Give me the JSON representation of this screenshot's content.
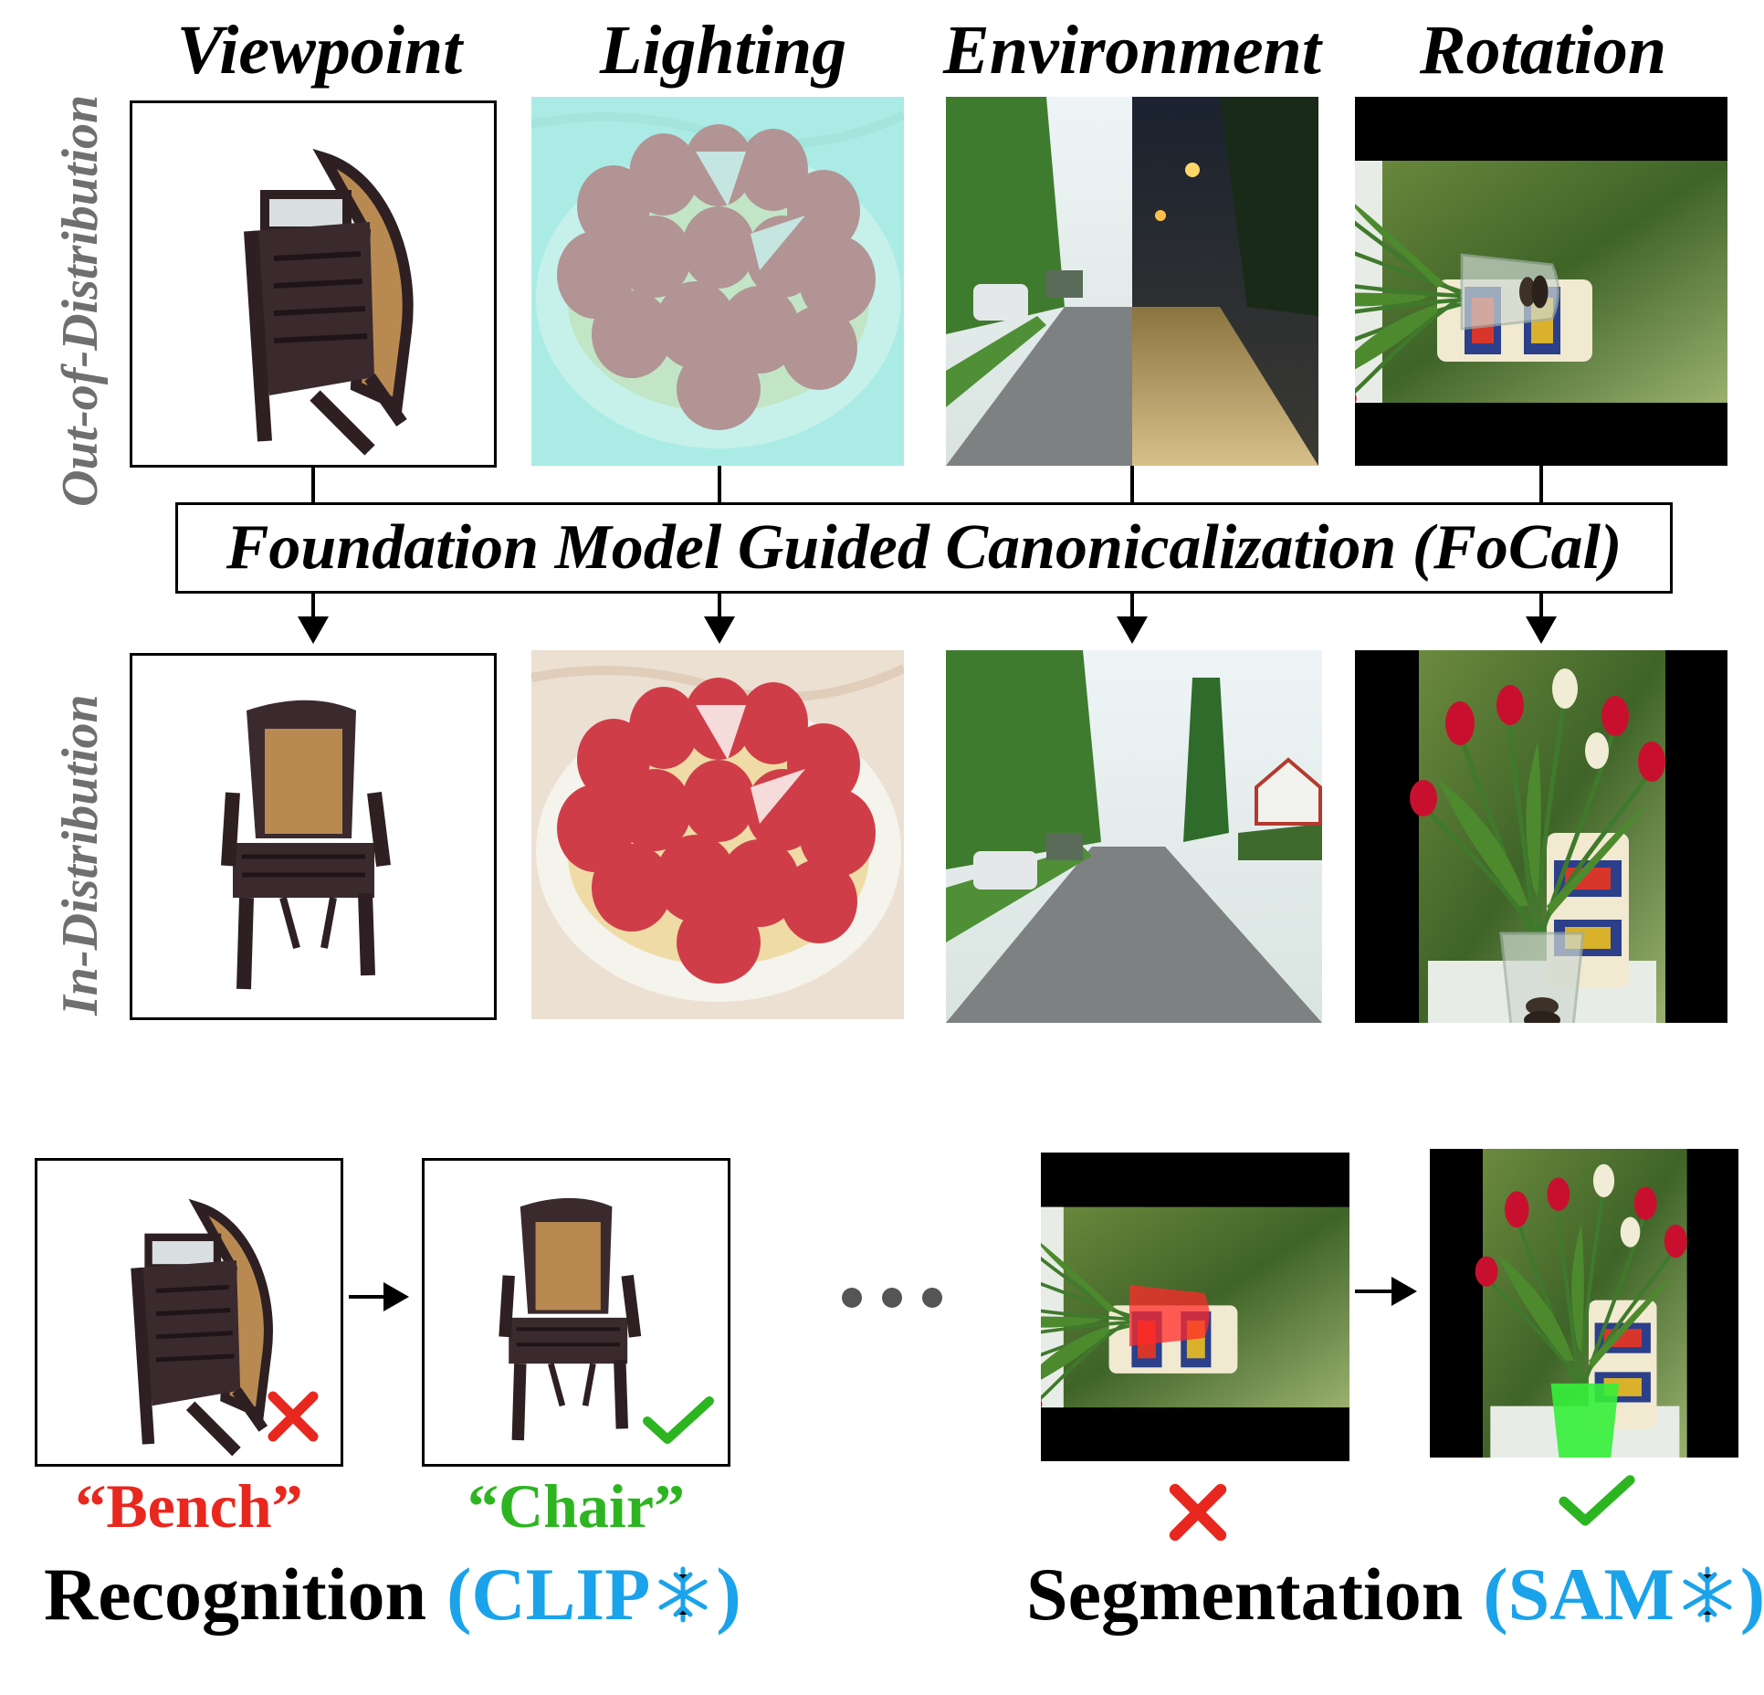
{
  "columns": [
    "Viewpoint",
    "Lighting",
    "Environment",
    "Rotation"
  ],
  "row_labels": {
    "top": "Out-of-Distribution",
    "bottom": "In-Distribution"
  },
  "method_box": "Foundation Model Guided Canonicalization (FoCal)",
  "bottom": {
    "recognition": {
      "wrong_label": "“Bench”",
      "right_label": "“Chair”",
      "task": "Recognition",
      "model_open": "(CLIP",
      "model_close": ")"
    },
    "segmentation": {
      "task": "Segmentation",
      "model_open": "(SAM",
      "model_close": ")"
    }
  },
  "colors": {
    "wrong": "#e8281e",
    "right": "#2db521",
    "model": "#1aa3ea",
    "row_label": "#6f6f6f",
    "mask": "#35f03a"
  },
  "icons": {
    "wrong": "cross-icon",
    "right": "check-icon",
    "frozen": "snowflake-icon"
  }
}
